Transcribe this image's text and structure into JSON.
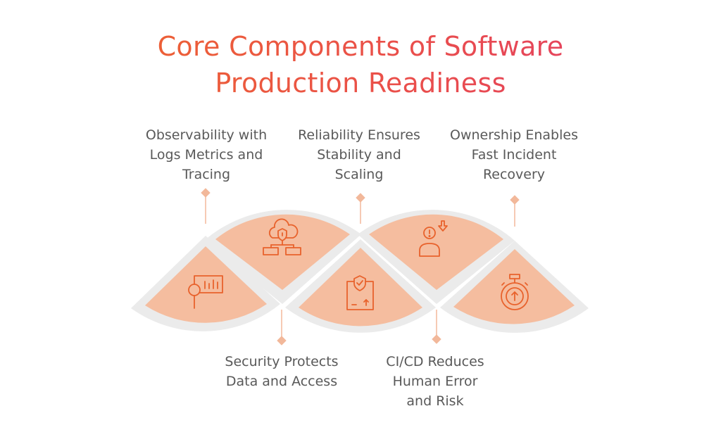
{
  "title": {
    "line1": "Core Components of Software",
    "line2": "Production Readiness"
  },
  "components": [
    {
      "lines": [
        "Observability with",
        "Logs Metrics and",
        "Tracing"
      ],
      "icon": "monitor-magnifier-icon",
      "position": "top"
    },
    {
      "lines": [
        "Security Protects",
        "Data and Access"
      ],
      "icon": "cloud-shield-network-icon",
      "position": "bottom"
    },
    {
      "lines": [
        "Reliability Ensures",
        "Stability and",
        "Scaling"
      ],
      "icon": "shield-package-icon",
      "position": "top"
    },
    {
      "lines": [
        "CI/CD Reduces",
        "Human Error",
        "and Risk"
      ],
      "icon": "person-alert-download-icon",
      "position": "bottom"
    },
    {
      "lines": [
        "Ownership Enables",
        "Fast Incident",
        "Recovery"
      ],
      "icon": "stopwatch-icon",
      "position": "top"
    }
  ],
  "colors": {
    "title_start": "#ee6a2a",
    "title_end": "#e13b6b",
    "segment_fill": "#f5bd9f",
    "segment_border": "#ebebeb",
    "icon_stroke": "#e8622c",
    "connector": "#f2b89a",
    "label_text": "#595959"
  }
}
